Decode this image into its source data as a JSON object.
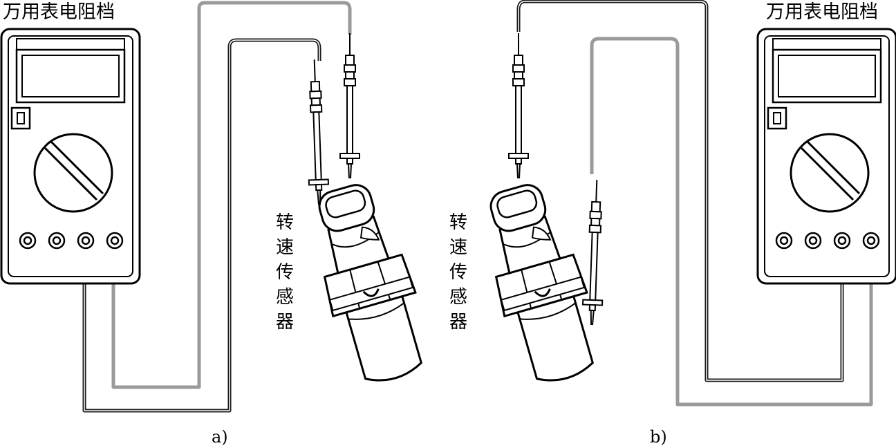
{
  "labels": {
    "meter_left": "万用表电阻档",
    "meter_right": "万用表电阻档",
    "sensor_left": [
      "转",
      "速",
      "传",
      "感",
      "器"
    ],
    "sensor_right": [
      "转",
      "速",
      "传",
      "感",
      "器"
    ],
    "caption_a": "a)",
    "caption_b": "b)"
  },
  "colors": {
    "line": "#000000",
    "wire_black": "#1a1a1a",
    "wire_gray": "#9a9a9a",
    "background": "#ffffff"
  }
}
